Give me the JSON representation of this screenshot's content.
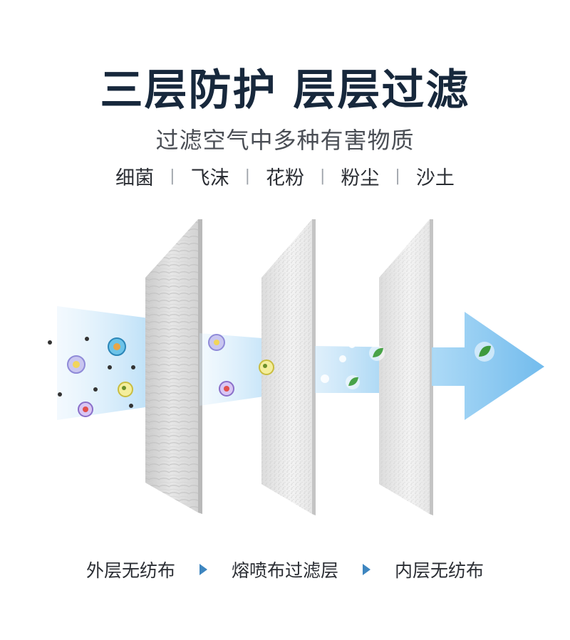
{
  "header": {
    "title": "三层防护 层层过滤",
    "subtitle": "过滤空气中多种有害物质"
  },
  "tags": [
    "细菌",
    "飞沫",
    "花粉",
    "粉尘",
    "沙土"
  ],
  "layers": [
    "外层无纺布",
    "熔喷布过滤层",
    "内层无纺布"
  ],
  "colors": {
    "title": "#17283c",
    "airflow": "#7fc3ee",
    "arrow_marker": "#3e86c0",
    "layer_face": "#ececec"
  }
}
